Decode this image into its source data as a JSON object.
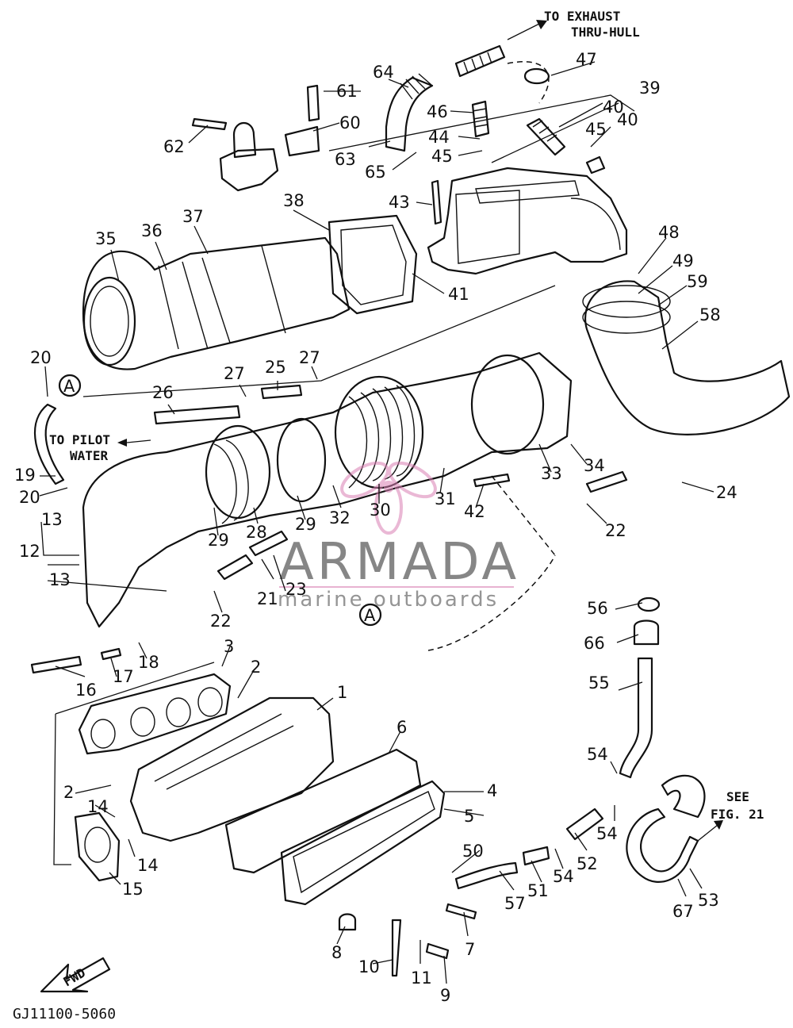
{
  "diagram": {
    "code": "GJ11100-5060",
    "notes": {
      "exhaust_line1": "TO EXHAUST",
      "exhaust_line2": "THRU-HULL",
      "pilot_line1": "TO PILOT",
      "pilot_line2": "WATER",
      "see_line1": "SEE",
      "see_line2": "FIG. 21"
    },
    "fwd": "FWD",
    "ref_a": "A",
    "watermark": {
      "brand": "ARMADA",
      "tagline": "marine outboards"
    },
    "part_labels": [
      "1",
      "2",
      "2",
      "3",
      "4",
      "5",
      "6",
      "7",
      "8",
      "9",
      "10",
      "11",
      "12",
      "13",
      "13",
      "14",
      "14",
      "15",
      "16",
      "17",
      "18",
      "19",
      "20",
      "20",
      "21",
      "22",
      "22",
      "22",
      "23",
      "24",
      "25",
      "26",
      "27",
      "27",
      "28",
      "29",
      "29",
      "30",
      "31",
      "32",
      "33",
      "34",
      "35",
      "36",
      "37",
      "38",
      "39",
      "40",
      "40",
      "41",
      "42",
      "43",
      "44",
      "45",
      "45",
      "46",
      "47",
      "48",
      "49",
      "50",
      "51",
      "52",
      "53",
      "54",
      "54",
      "54",
      "55",
      "56",
      "57",
      "58",
      "59",
      "60",
      "61",
      "62",
      "63",
      "64",
      "65",
      "66",
      "67"
    ]
  }
}
